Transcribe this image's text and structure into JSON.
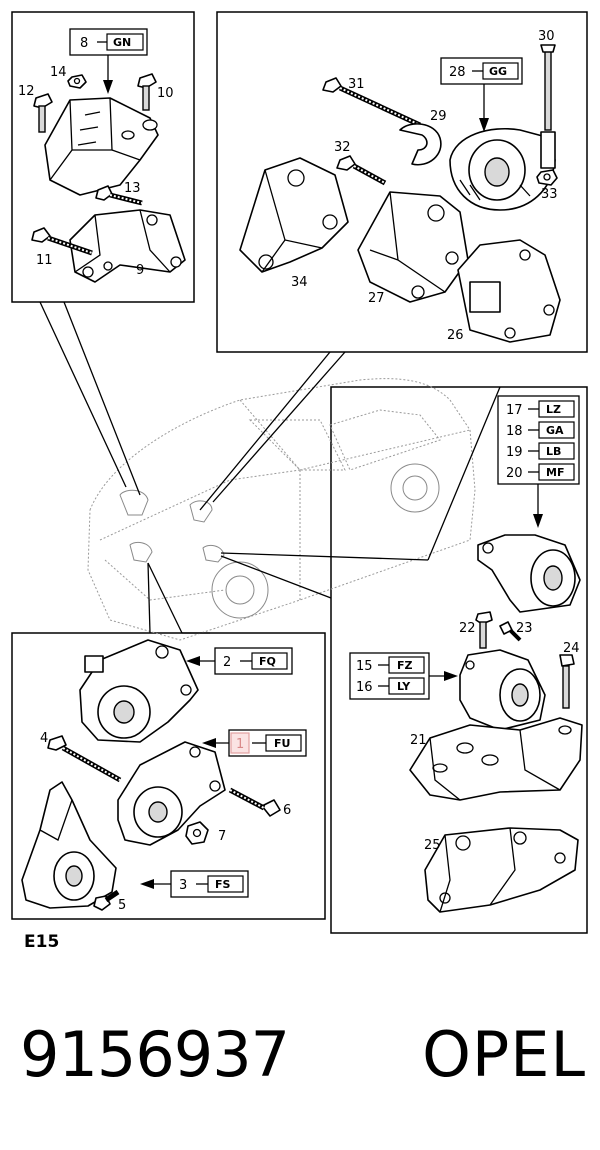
{
  "figure_code": "E15",
  "part_number": "9156937",
  "brand": "OPEL",
  "highlight_color": "#e2a1a1",
  "labels": {
    "n1": "1",
    "n2": "2",
    "n3": "3",
    "n4": "4",
    "n5": "5",
    "n6": "6",
    "n7": "7",
    "n8": "8",
    "n9": "9",
    "n10": "10",
    "n11": "11",
    "n12": "12",
    "n13": "13",
    "n14": "14",
    "n15": "15",
    "n16": "16",
    "n17": "17",
    "n18": "18",
    "n19": "19",
    "n20": "20",
    "n21": "21",
    "n22": "22",
    "n23": "23",
    "n24": "24",
    "n25": "25",
    "n26": "26",
    "n27": "27",
    "n28": "28",
    "n29": "29",
    "n30": "30",
    "n31": "31",
    "n32": "32",
    "n33": "33",
    "n34": "34"
  },
  "codes": {
    "c1": "FU",
    "c2": "FQ",
    "c3": "FS",
    "c8": "GN",
    "c15": "FZ",
    "c16": "LY",
    "c17": "LZ",
    "c18": "GA",
    "c19": "LB",
    "c20": "MF",
    "c28": "GG"
  }
}
